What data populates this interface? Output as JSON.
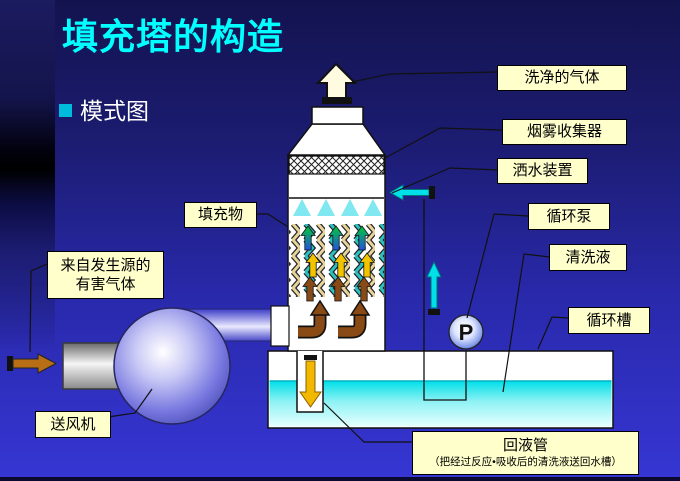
{
  "slide": {
    "title": "填充塔的构造",
    "bullet_label": "模式图"
  },
  "diagram": {
    "labels": {
      "clean_gas": "洗净的气体",
      "mist_collector": "烟雾收集器",
      "spray_device": "洒水装置",
      "packing": "填充物",
      "circulation_pump": "循环泵",
      "cleaning_liquid": "清洗液",
      "circulation_tank": "循环槽",
      "source_gas_line1": "来自发生源的",
      "source_gas_line2": "有害气体",
      "blower": "送风机",
      "return_pipe": "回液管",
      "return_pipe_note": "（把经过反应•吸收后的清洗液送回水槽）",
      "pump_symbol": "P"
    },
    "colors": {
      "title_text": "#00FFFF",
      "label_box_bg": "#FFFFCC",
      "background_top": "#13134F",
      "background_bottom": "#3636D4",
      "tank_liquid": "#00E0E8",
      "inlet_gas_arrow": "#B86E14",
      "wash_water_arrow": "#00E0E8",
      "return_liquid_arrow": "#F2B800",
      "gas_flow_arrow_brown": "#8A4A16",
      "packing_zigzag_teal": "#2CC0C0",
      "packing_zigzag_tan": "#E8D49A"
    }
  }
}
